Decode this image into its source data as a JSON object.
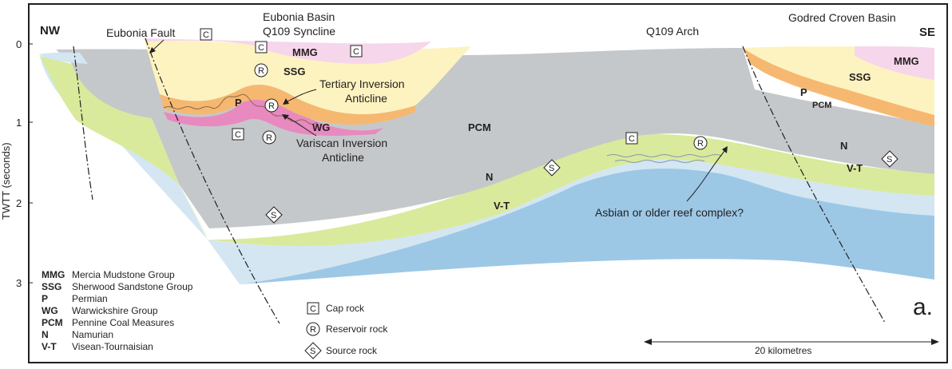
{
  "axis": {
    "ylabel": "TWTT (seconds)",
    "ticks": [
      "0",
      "1",
      "2",
      "3"
    ]
  },
  "orientation": {
    "left": "NW",
    "right": "SE"
  },
  "titles": {
    "eubonia_fault": "Eubonia Fault",
    "eubonia_basin": "Eubonia Basin",
    "q109_syncline": "Q109 Syncline",
    "q109_arch": "Q109 Arch",
    "godred_croven_basin": "Godred Croven Basin"
  },
  "annotations": {
    "tertiary_inversion_1": "Tertiary Inversion",
    "tertiary_inversion_2": "Anticline",
    "variscan_inversion_1": "Variscan Inversion",
    "variscan_inversion_2": "Anticline",
    "reef_complex": "Asbian or older reef complex?"
  },
  "layer_labels": {
    "mmg_left": "MMG",
    "ssg_left": "SSG",
    "p_left": "P",
    "wg": "WG",
    "pcm_mid": "PCM",
    "n_mid": "N",
    "vt_mid": "V-T",
    "mmg_right": "MMG",
    "ssg_right": "SSG",
    "p_right": "P",
    "pcm_right": "PCM",
    "n_right": "N",
    "vt_right": "V-T"
  },
  "markers": {
    "cap": "C",
    "reservoir": "R",
    "source": "S"
  },
  "legend": {
    "units": [
      {
        "abbr": "MMG",
        "name": "Mercia Mudstone Group"
      },
      {
        "abbr": "SSG",
        "name": "Sherwood Sandstone Group"
      },
      {
        "abbr": "P",
        "name": "Permian"
      },
      {
        "abbr": "WG",
        "name": "Warwickshire Group"
      },
      {
        "abbr": "PCM",
        "name": "Pennine Coal Measures"
      },
      {
        "abbr": "N",
        "name": "Namurian"
      },
      {
        "abbr": "V-T",
        "name": "Visean-Tournaisian"
      }
    ],
    "symbols": [
      {
        "symbol": "C",
        "name": "Cap rock"
      },
      {
        "symbol": "R",
        "name": "Reservoir rock"
      },
      {
        "symbol": "S",
        "name": "Source rock"
      }
    ]
  },
  "scale_bar": "20 kilometres",
  "panel_label": "a.",
  "colors": {
    "mmg": "#f6d6ea",
    "ssg": "#fdf3c0",
    "permian": "#f6b870",
    "wg": "#e889c0",
    "pcm": "#c5c8ca",
    "namurian": "#d9ea9c",
    "vt_upper": "#d3e6f2",
    "vt_lower": "#9cc8e6"
  }
}
